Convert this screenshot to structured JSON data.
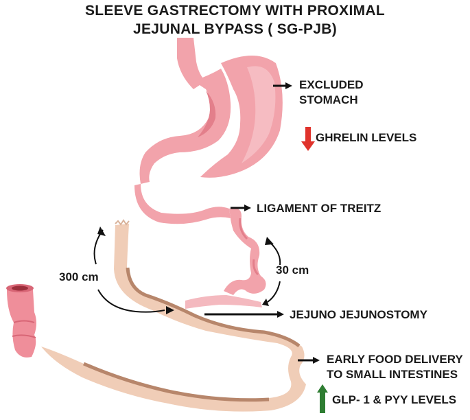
{
  "title": {
    "line1": "SLEEVE GASTRECTOMY WITH PROXIMAL",
    "line2": "JEJUNAL BYPASS ( SG-PJB)"
  },
  "labels": {
    "excluded_line1": "EXCLUDED",
    "excluded_line2": "STOMACH",
    "ghrelin": "GHRELIN LEVELS",
    "ligament": "LIGAMENT OF TREITZ",
    "jejuno": "JEJUNO JEJUNOSTOMY",
    "early_line1": "EARLY FOOD DELIVERY",
    "early_line2": "TO SMALL INTESTINES",
    "glp": "GLP- 1  & PYY LEVELS"
  },
  "dimensions": {
    "long_limb": "300 cm",
    "short_limb": "30 cm"
  },
  "indicators": {
    "ghrelin": "decrease",
    "glp": "increase"
  },
  "colors": {
    "stomach": "#f2a3ab",
    "stomach_dark": "#e37f8b",
    "bowel": "#f0cdb7",
    "bowel_dark": "#b7866b",
    "colon": "#ef8e9a",
    "down_arrow": "#e0332c",
    "up_arrow": "#2e7d32"
  }
}
